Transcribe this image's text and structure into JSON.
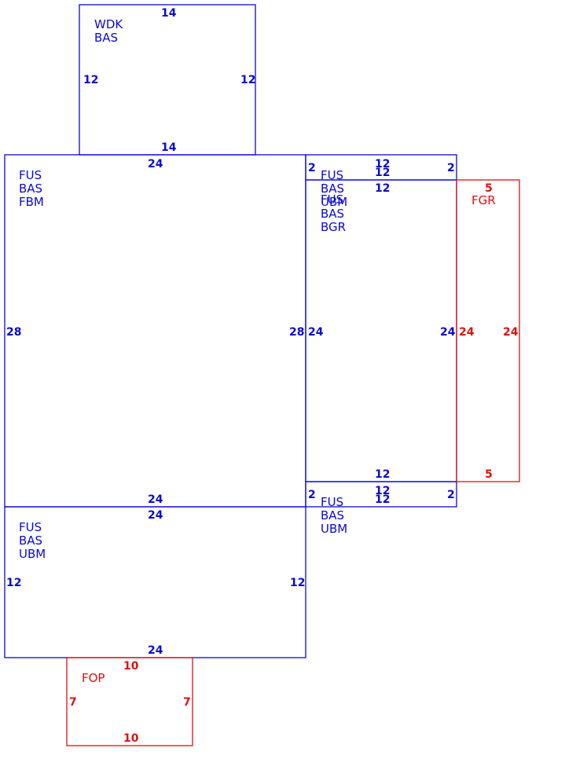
{
  "areas": {
    "wdk": {
      "codes": [
        "WDK",
        "BAS"
      ],
      "dims": {
        "top": "14",
        "bottom": "14",
        "left": "12",
        "right": "12"
      }
    },
    "main": {
      "codes": [
        "FUS",
        "BAS",
        "FBM"
      ],
      "dims": {
        "top": "24",
        "bottom": "24",
        "left": "28",
        "right": "28"
      }
    },
    "right_top_strip": {
      "dims": {
        "top": "12",
        "bottom": "12",
        "left": "2",
        "right": "2"
      }
    },
    "right_main": {
      "codes": [
        "FUS",
        "BAS",
        "UBM"
      ],
      "codes2": [
        "BAS",
        "BGR"
      ],
      "dims": {
        "top": "12",
        "bottom": "12",
        "left": "24",
        "right": "24"
      }
    },
    "right_bottom_strip": {
      "codes": [
        "FUS",
        "BAS",
        "UBM"
      ],
      "dims": {
        "top": "12",
        "bottom": "12",
        "left": "2",
        "right": "2"
      }
    },
    "lower": {
      "codes": [
        "FUS",
        "BAS",
        "UBM"
      ],
      "dims": {
        "top": "24",
        "bottom": "24",
        "left": "12",
        "right": "12"
      }
    },
    "fgr": {
      "codes": [
        "FGR"
      ],
      "dims": {
        "top": "5",
        "bottom": "5",
        "left": "24",
        "right": "24"
      }
    },
    "fop": {
      "codes": [
        "FOP"
      ],
      "dims": {
        "top": "10",
        "bottom": "10",
        "left": "7",
        "right": "7"
      }
    }
  },
  "colors": {
    "living_area": "#0a0ad2",
    "non_living_area": "#e01010"
  }
}
